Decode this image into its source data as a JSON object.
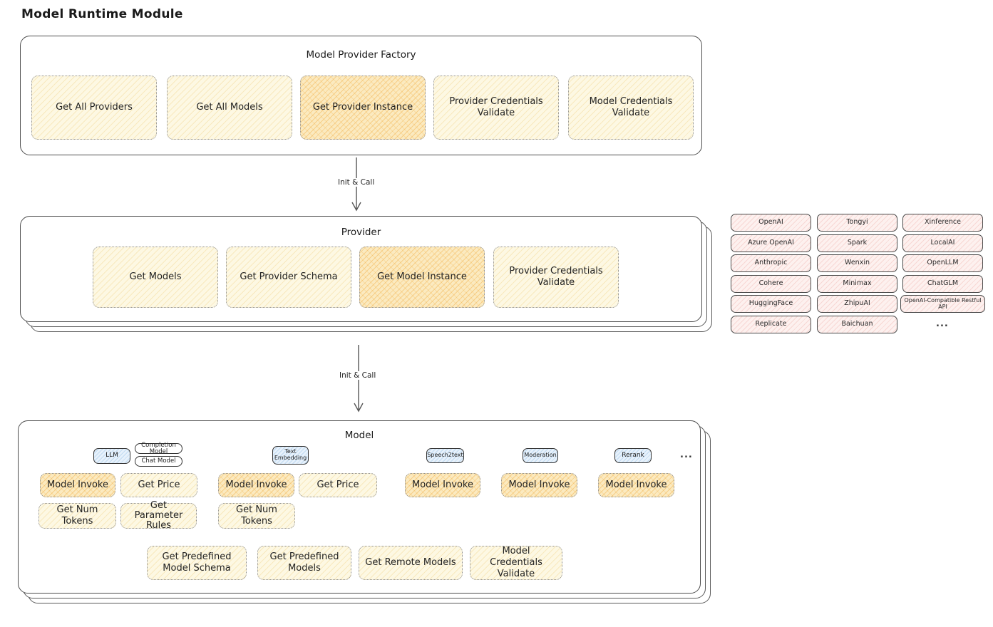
{
  "diagram_title": "Model Runtime Module",
  "colors": {
    "highlight_orange": "#f0a634",
    "soft_yellow": "#fdf8e3",
    "provider_pink": "#fdf1ef",
    "type_blue": "#e7f1fb"
  },
  "factory": {
    "title": "Model Provider Factory",
    "items": [
      {
        "label": "Get All Providers",
        "highlighted": false
      },
      {
        "label": "Get All Models",
        "highlighted": false
      },
      {
        "label": "Get Provider Instance",
        "highlighted": true
      },
      {
        "label": "Provider Credentials Validate",
        "highlighted": false
      },
      {
        "label": "Model Credentials Validate",
        "highlighted": false
      }
    ]
  },
  "flow_arrows": [
    {
      "label": "Init & Call"
    },
    {
      "label": "Init & Call"
    }
  ],
  "provider": {
    "title": "Provider",
    "items": [
      {
        "label": "Get Models",
        "highlighted": false
      },
      {
        "label": "Get Provider Schema",
        "highlighted": false
      },
      {
        "label": "Get Model Instance",
        "highlighted": true
      },
      {
        "label": "Provider Credentials Validate",
        "highlighted": false
      }
    ]
  },
  "provider_list": {
    "columns": [
      [
        "OpenAI",
        "Azure OpenAI",
        "Anthropic",
        "Cohere",
        "HuggingFace",
        "Replicate"
      ],
      [
        "Tongyi",
        "Spark",
        "Wenxin",
        "Minimax",
        "ZhipuAI",
        "Baichuan"
      ],
      [
        "Xinference",
        "LocalAI",
        "OpenLLM",
        "ChatGLM",
        "OpenAI-Compatible Restful API"
      ]
    ],
    "more": "..."
  },
  "model": {
    "title": "Model",
    "types": {
      "llm": "LLM",
      "completion_model": "Completion Model",
      "chat_model": "Chat Model",
      "text_embedding": "Text Embedding",
      "speech2text": "Speech2text",
      "moderation": "Moderation",
      "rerank": "Rerank",
      "more": "..."
    },
    "llm_ops": {
      "invoke": "Model Invoke",
      "price": "Get Price",
      "num_tokens": "Get Num Tokens",
      "param_rules": "Get Parameter Rules"
    },
    "embedding_ops": {
      "invoke": "Model Invoke",
      "price": "Get Price",
      "num_tokens": "Get Num Tokens"
    },
    "speech2text_ops": {
      "invoke": "Model Invoke"
    },
    "moderation_ops": {
      "invoke": "Model Invoke"
    },
    "rerank_ops": {
      "invoke": "Model Invoke"
    },
    "common_ops": [
      "Get Predefined Model Schema",
      "Get Predefined Models",
      "Get Remote Models",
      "Model Credentials Validate"
    ]
  }
}
